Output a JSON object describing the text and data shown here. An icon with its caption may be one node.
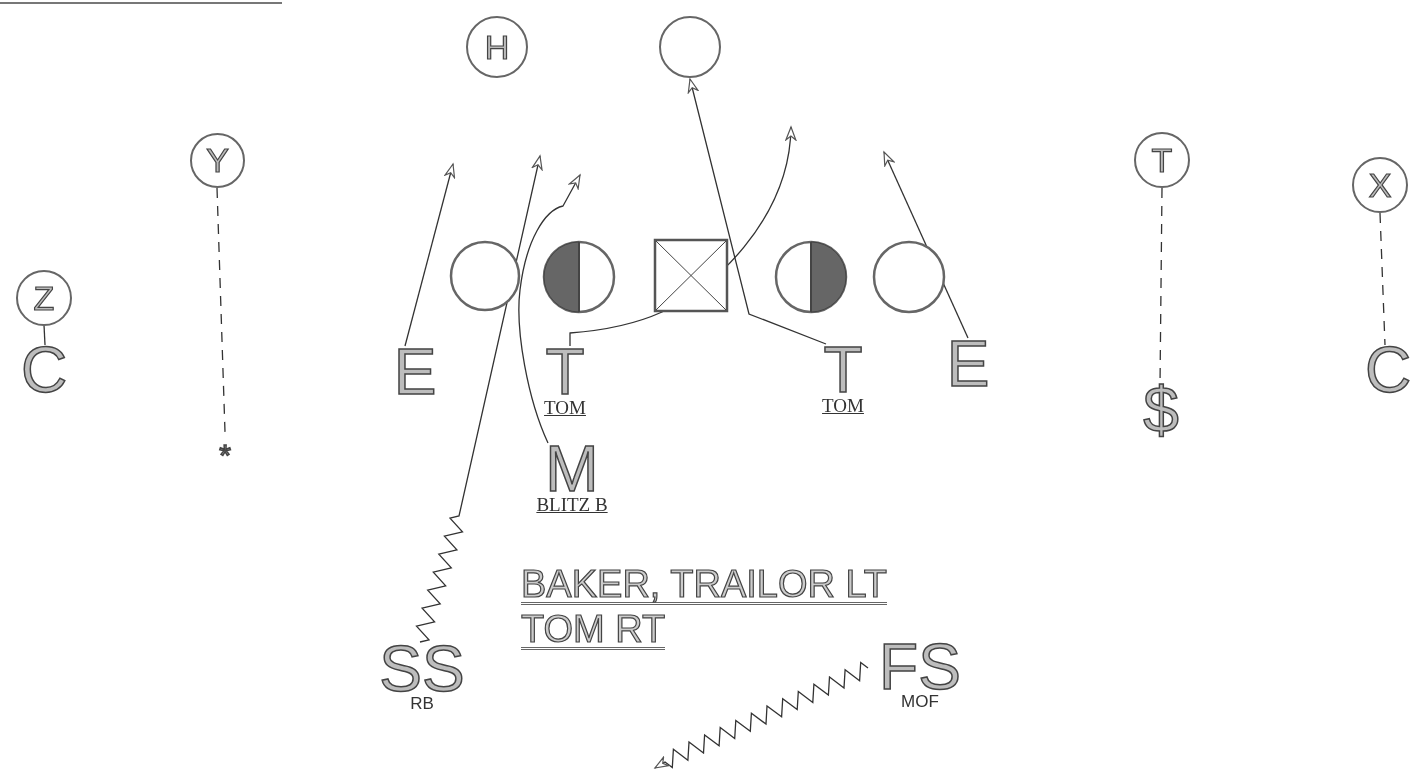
{
  "diagram": {
    "nodes": [
      {
        "text": [
          "H"
        ]
      },
      {
        "text": [],
        "shape": "circle"
      },
      {
        "text": [
          "Y"
        ]
      },
      {
        "text": [
          "T"
        ]
      },
      {
        "text": [
          "Z"
        ]
      },
      {
        "text": [
          "X"
        ]
      },
      {
        "text": [],
        "shape": "circle"
      },
      {
        "text": [],
        "shape": "circle"
      },
      {
        "text": [],
        "shape": "box"
      },
      {
        "text": [],
        "shape": "circle"
      },
      {
        "text": [],
        "shape": "circle"
      },
      {
        "text": [
          "E"
        ]
      },
      {
        "text": [
          "T"
        ],
        "beside": [
          "TOM"
        ]
      },
      {
        "text": [
          "T"
        ],
        "beside": [
          "TOM"
        ]
      },
      {
        "text": [
          "E"
        ]
      },
      {
        "text": [
          "M"
        ],
        "beside": [
          "BLITZ B"
        ]
      },
      {
        "text": [
          "C"
        ]
      },
      {
        "text": [
          "*"
        ]
      },
      {
        "text": [
          "$"
        ]
      },
      {
        "text": [
          "C"
        ]
      },
      {
        "text": [
          "SS"
        ],
        "beside": [
          "RB"
        ]
      },
      {
        "text": [
          "FS"
        ],
        "beside": [
          "MOF"
        ]
      }
    ],
    "edges": [
      {
        "from": 11,
        "to": null,
        "arrow": "to"
      },
      {
        "from": 20,
        "to": null,
        "arrow": "to"
      },
      {
        "from": 15,
        "to": null,
        "arrow": "to"
      },
      {
        "from": 12,
        "to": null,
        "arrow": "to"
      },
      {
        "from": 13,
        "to": 1,
        "arrow": "to"
      },
      {
        "from": 14,
        "to": null,
        "arrow": "to"
      },
      {
        "from": 4,
        "to": 16,
        "arrow": "none"
      },
      {
        "from": 2,
        "to": 17,
        "arrow": "none",
        "style": "dashed"
      },
      {
        "from": 3,
        "to": 18,
        "arrow": "none",
        "style": "dashed"
      },
      {
        "from": 5,
        "to": 19,
        "arrow": "none",
        "style": "dashed"
      },
      {
        "from": 21,
        "to": null,
        "arrow": "to"
      }
    ],
    "labels": [
      "BAKER, TRAILOR LT",
      "TOM RT"
    ]
  }
}
